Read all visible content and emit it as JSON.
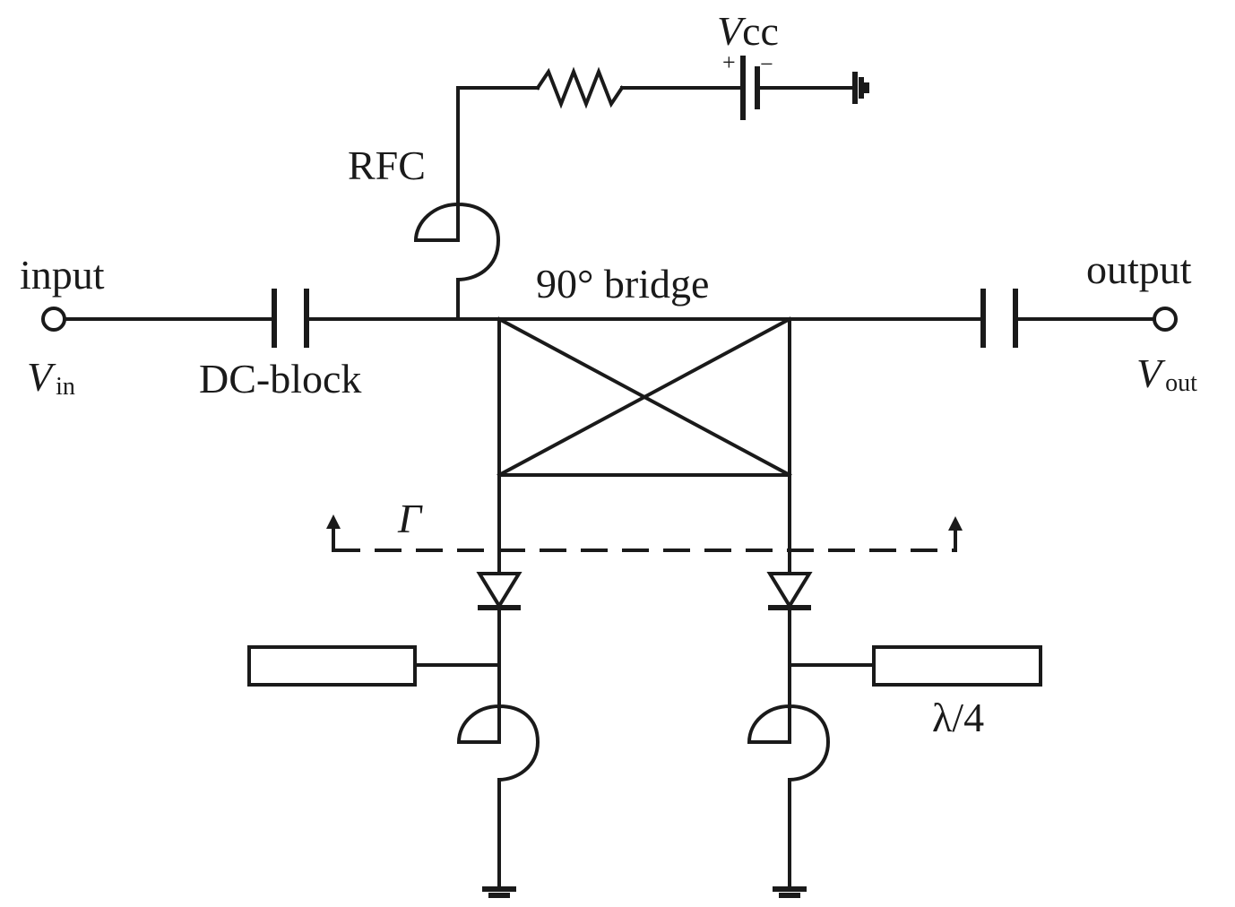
{
  "labels": {
    "input": "input",
    "vin_main": "V",
    "vin_sub": "in",
    "dc_block": "DC-block",
    "rfc": "RFC",
    "vcc_main": "V",
    "vcc_rest": "cc",
    "plus": "+",
    "minus": "−",
    "bridge": "90° bridge",
    "output": "output",
    "vout_main": "V",
    "vout_sub": "out",
    "gamma": "Γ",
    "quarter_wave": "λ/4"
  }
}
